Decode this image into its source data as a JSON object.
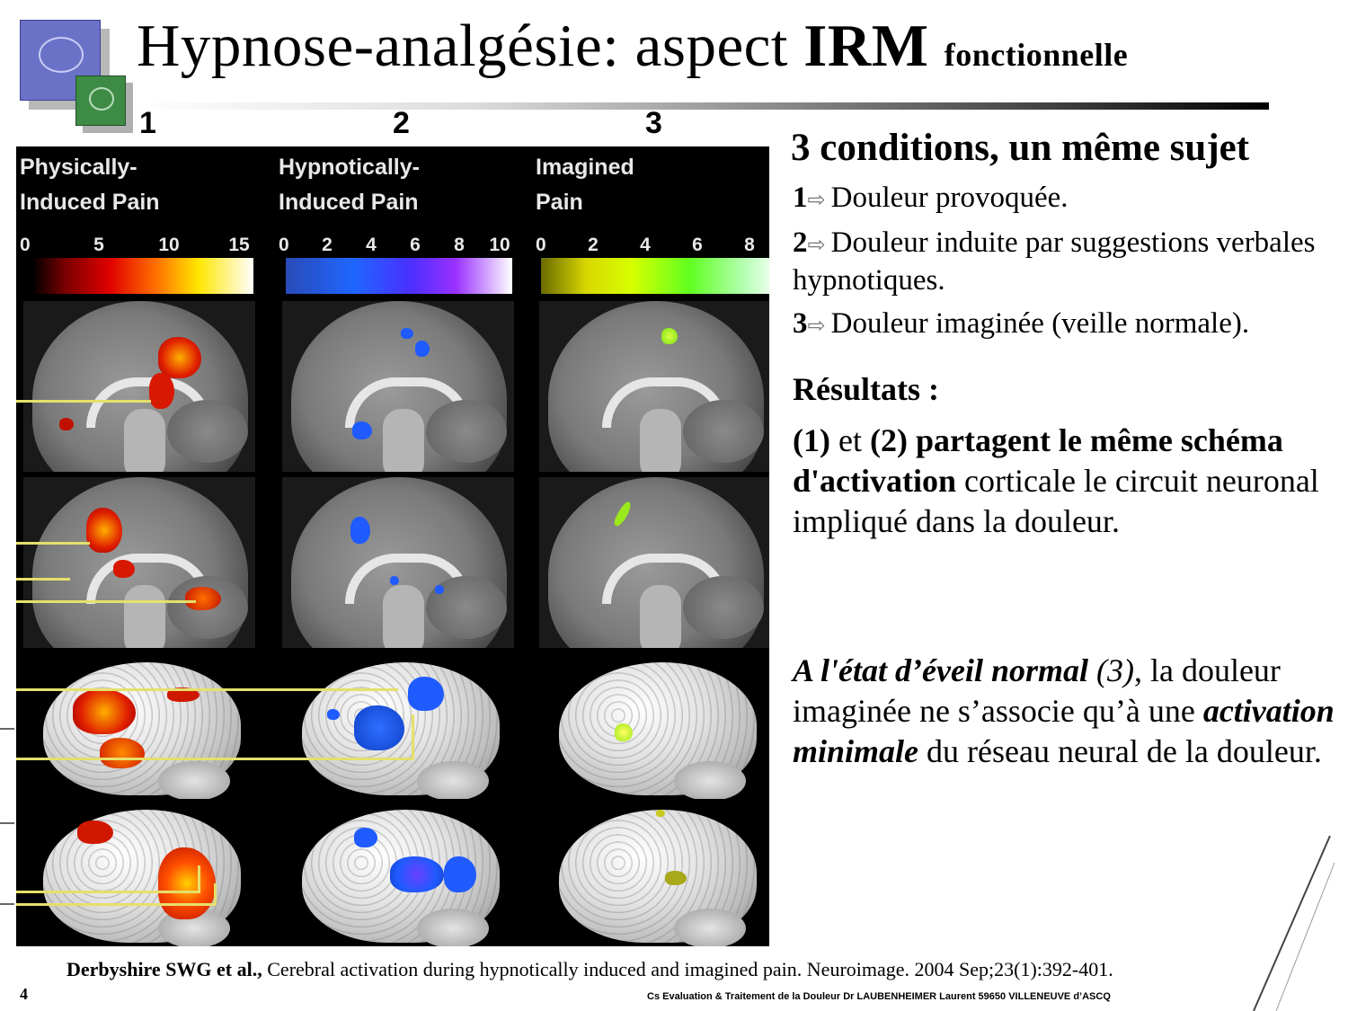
{
  "title": {
    "main": "Hypnose-analgésie: aspect ",
    "bold": "IRM",
    "small": "fonctionnelle"
  },
  "column_numbers": [
    "1",
    "2",
    "3"
  ],
  "figure": {
    "columns": [
      {
        "label": "Physically-\nInduced Pain",
        "ticks": [
          "0",
          "5",
          "10",
          "15"
        ],
        "scale": "red-yellow"
      },
      {
        "label": "Hypnotically-\nInduced Pain",
        "ticks": [
          "0",
          "2",
          "4",
          "6",
          "8",
          "10"
        ],
        "scale": "blue-violet"
      },
      {
        "label": "Imagined\nPain",
        "ticks": [
          "0",
          "2",
          "4",
          "6",
          "8"
        ],
        "scale": "yellow-green"
      }
    ],
    "colors": {
      "physical": "#ff3a00",
      "hypnotic": "#1f5bff",
      "imagined": "#9be81c",
      "guide": "#e6e06a"
    }
  },
  "heading": "3 conditions, un même sujet",
  "conditions": [
    {
      "num": "1",
      "text": "Douleur provoquée."
    },
    {
      "num": "2",
      "text": "Douleur induite par suggestions verbales hypnotiques."
    },
    {
      "num": "3",
      "text": "Douleur imaginée (veille normale)."
    }
  ],
  "results": {
    "heading": "Résultats :",
    "p1": {
      "n1": "(1)",
      "et": " et ",
      "n2": "(2)",
      "bold1": " partagent le même schéma d'activation",
      "rest": " corticale le circuit neuronal impliqué dans la douleur."
    },
    "p2": {
      "italic_bold": "A l'état d’éveil normal",
      "italic": " (3)",
      "t1": ", la douleur imaginée ne s’associe qu’à une ",
      "italic_bold2": "activation minimale",
      "t2": " du réseau neural de la douleur."
    }
  },
  "citation": {
    "authors": "Derbyshire SWG et al.,",
    "text": " Cerebral activation during hypnotically induced and imagined pain. Neuroimage. 2004 Sep;23(1):392-401."
  },
  "page_number": "4",
  "footer": "Cs Evaluation & Traitement de la Douleur  Dr LAUBENHEIMER Laurent 59650 VILLENEUVE d’ASCQ"
}
